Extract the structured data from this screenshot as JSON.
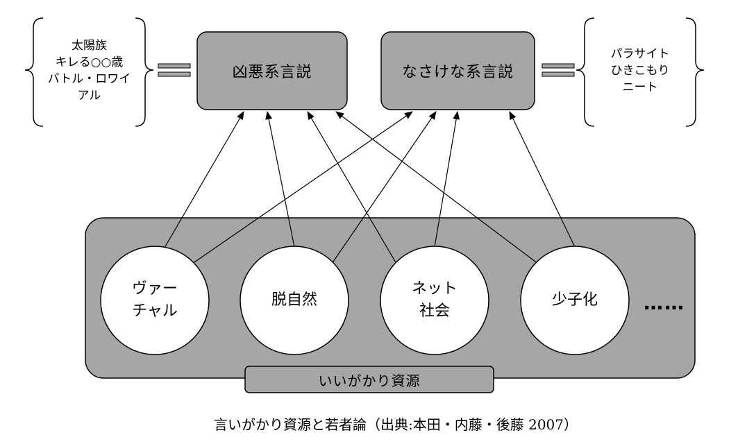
{
  "left_list": {
    "items": [
      "太陽族",
      "キレる○○歳",
      "バトル・ロワイ",
      "アル"
    ]
  },
  "right_list": {
    "items": [
      "パラサイト",
      "ひきこもり",
      "ニート"
    ]
  },
  "discourses": {
    "harmful": "凶悪系言説",
    "pathetic": "なさけな系言説"
  },
  "resources": {
    "virtual_line1": "ヴァー",
    "virtual_line2": "チャル",
    "nature": "脱自然",
    "net_line1": "ネット",
    "net_line2": "社会",
    "birthrate": "少子化",
    "more": "……",
    "group_label": "いいがかり資源"
  },
  "caption": "言いがかり資源と若者論（出典:本田・内藤・後藤 2007）",
  "colors": {
    "box_fill": "#a6a6a6",
    "circle_fill": "#ffffff",
    "stroke": "#000000"
  }
}
